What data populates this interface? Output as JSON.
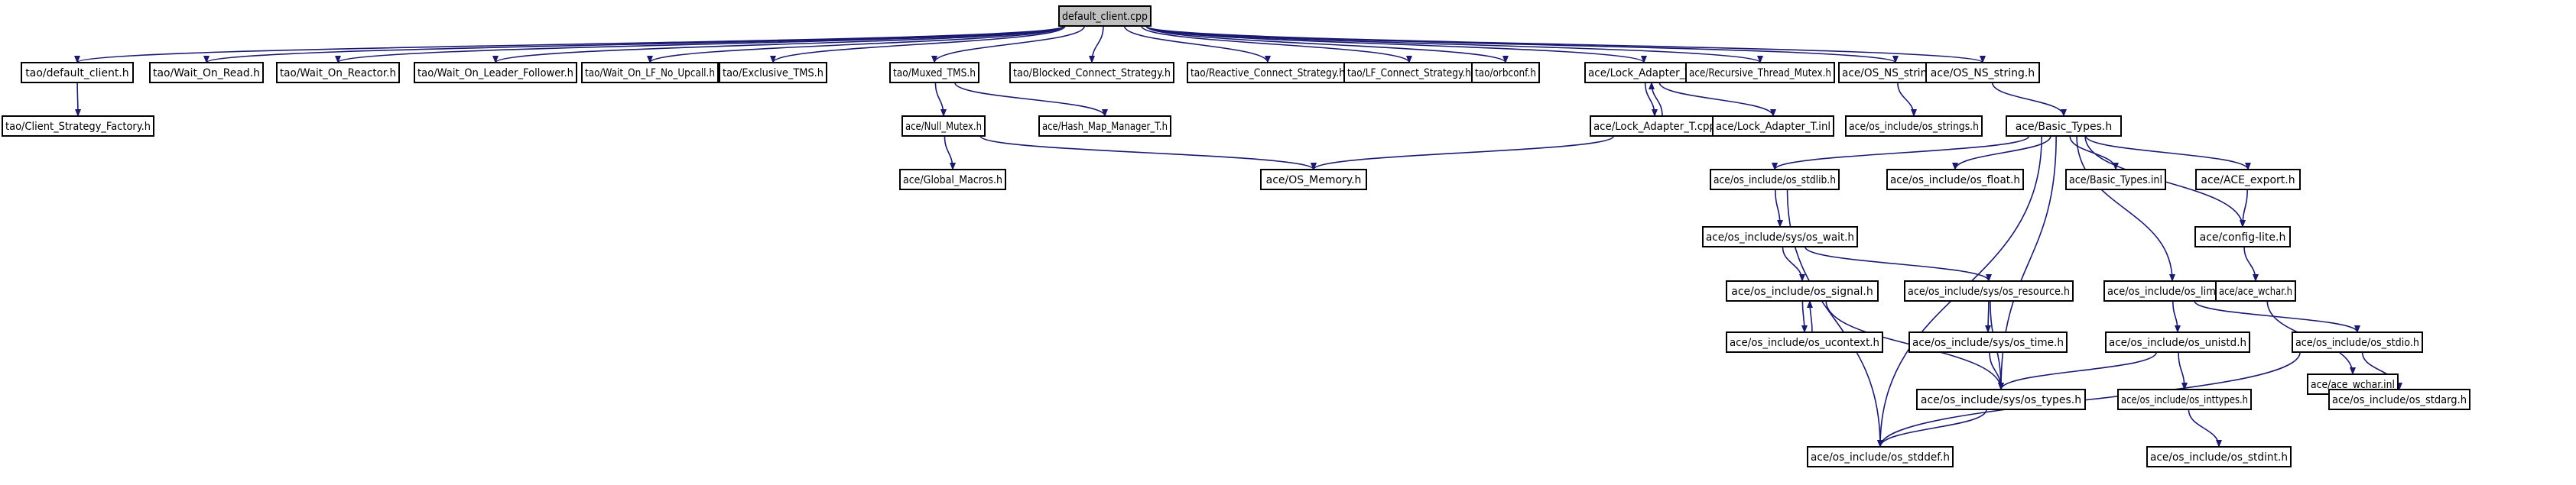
{
  "colors": {
    "edge": "#191970",
    "node_fill": "#ffffff",
    "root_fill": "#bfbfbf",
    "border": "#000000",
    "text": "#000000"
  },
  "nodes": [
    {
      "id": "n0",
      "label": "default_client.cpp",
      "root": true
    },
    {
      "id": "n1",
      "label": "tao/default_client.h"
    },
    {
      "id": "n2",
      "label": "tao/Wait_On_Read.h"
    },
    {
      "id": "n3",
      "label": "tao/Wait_On_Reactor.h"
    },
    {
      "id": "n4",
      "label": "tao/Wait_On_Leader_Follower.h"
    },
    {
      "id": "n5",
      "label": "tao/Wait_On_LF_No_Upcall.h"
    },
    {
      "id": "n6",
      "label": "tao/Exclusive_TMS.h"
    },
    {
      "id": "n7",
      "label": "tao/Muxed_TMS.h"
    },
    {
      "id": "n8",
      "label": "tao/Blocked_Connect_Strategy.h"
    },
    {
      "id": "n9",
      "label": "tao/Reactive_Connect_Strategy.h"
    },
    {
      "id": "n10",
      "label": "tao/LF_Connect_Strategy.h"
    },
    {
      "id": "n11",
      "label": "tao/orbconf.h"
    },
    {
      "id": "n12",
      "label": "ace/Lock_Adapter_T.h"
    },
    {
      "id": "n13",
      "label": "ace/Recursive_Thread_Mutex.h"
    },
    {
      "id": "n14",
      "label": "ace/OS_NS_strings.h"
    },
    {
      "id": "n15",
      "label": "ace/OS_NS_string.h"
    },
    {
      "id": "n16",
      "label": "tao/Client_Strategy_Factory.h"
    },
    {
      "id": "n17",
      "label": "ace/Null_Mutex.h"
    },
    {
      "id": "n18",
      "label": "ace/Hash_Map_Manager_T.h"
    },
    {
      "id": "n19",
      "label": "ace/Lock_Adapter_T.cpp"
    },
    {
      "id": "n20",
      "label": "ace/Lock_Adapter_T.inl"
    },
    {
      "id": "n21",
      "label": "ace/os_include/os_strings.h"
    },
    {
      "id": "n22",
      "label": "ace/Basic_Types.h"
    },
    {
      "id": "n23",
      "label": "ace/Global_Macros.h"
    },
    {
      "id": "n24",
      "label": "ace/OS_Memory.h"
    },
    {
      "id": "n25",
      "label": "ace/os_include/os_stdlib.h"
    },
    {
      "id": "n26",
      "label": "ace/os_include/os_float.h"
    },
    {
      "id": "n27",
      "label": "ace/Basic_Types.inl"
    },
    {
      "id": "n28",
      "label": "ace/ACE_export.h"
    },
    {
      "id": "n29",
      "label": "ace/config-lite.h"
    },
    {
      "id": "n30",
      "label": "ace/os_include/sys/os_wait.h"
    },
    {
      "id": "n31",
      "label": "ace/os_include/os_signal.h"
    },
    {
      "id": "n32",
      "label": "ace/os_include/sys/os_resource.h"
    },
    {
      "id": "n33",
      "label": "ace/os_include/os_limits.h"
    },
    {
      "id": "n34",
      "label": "ace/ace_wchar.h"
    },
    {
      "id": "n35",
      "label": "ace/os_include/os_ucontext.h"
    },
    {
      "id": "n36",
      "label": "ace/os_include/sys/os_time.h"
    },
    {
      "id": "n37",
      "label": "ace/os_include/os_unistd.h"
    },
    {
      "id": "n38",
      "label": "ace/os_include/os_stdio.h"
    },
    {
      "id": "n39",
      "label": "ace/ace_wchar.inl"
    },
    {
      "id": "n40",
      "label": "ace/os_include/sys/os_types.h"
    },
    {
      "id": "n41",
      "label": "ace/os_include/os_inttypes.h"
    },
    {
      "id": "n42",
      "label": "ace/os_include/os_stdarg.h"
    },
    {
      "id": "n43",
      "label": "ace/os_include/os_stddef.h"
    },
    {
      "id": "n44",
      "label": "ace/os_include/os_stdint.h"
    }
  ],
  "edges": [
    [
      "n0",
      "n1"
    ],
    [
      "n0",
      "n2"
    ],
    [
      "n0",
      "n3"
    ],
    [
      "n0",
      "n4"
    ],
    [
      "n0",
      "n5"
    ],
    [
      "n0",
      "n6"
    ],
    [
      "n0",
      "n7"
    ],
    [
      "n0",
      "n8"
    ],
    [
      "n0",
      "n9"
    ],
    [
      "n0",
      "n10"
    ],
    [
      "n0",
      "n11"
    ],
    [
      "n0",
      "n12"
    ],
    [
      "n0",
      "n13"
    ],
    [
      "n0",
      "n14"
    ],
    [
      "n0",
      "n15"
    ],
    [
      "n1",
      "n16"
    ],
    [
      "n7",
      "n17"
    ],
    [
      "n7",
      "n18"
    ],
    [
      "n12",
      "n19"
    ],
    [
      "n12",
      "n20"
    ],
    [
      "n19",
      "n12"
    ],
    [
      "n19",
      "n24"
    ],
    [
      "n14",
      "n21"
    ],
    [
      "n15",
      "n22"
    ],
    [
      "n17",
      "n23"
    ],
    [
      "n17",
      "n24"
    ],
    [
      "n22",
      "n25"
    ],
    [
      "n22",
      "n26"
    ],
    [
      "n22",
      "n27"
    ],
    [
      "n22",
      "n28"
    ],
    [
      "n22",
      "n29"
    ],
    [
      "n22",
      "n33"
    ],
    [
      "n22",
      "n40"
    ],
    [
      "n22",
      "n43"
    ],
    [
      "n28",
      "n29"
    ],
    [
      "n29",
      "n34"
    ],
    [
      "n34",
      "n39"
    ],
    [
      "n25",
      "n30"
    ],
    [
      "n25",
      "n43"
    ],
    [
      "n30",
      "n31"
    ],
    [
      "n30",
      "n32"
    ],
    [
      "n31",
      "n35"
    ],
    [
      "n35",
      "n31"
    ],
    [
      "n31",
      "n40"
    ],
    [
      "n32",
      "n36"
    ],
    [
      "n32",
      "n40"
    ],
    [
      "n36",
      "n40"
    ],
    [
      "n33",
      "n37"
    ],
    [
      "n33",
      "n38"
    ],
    [
      "n37",
      "n40"
    ],
    [
      "n37",
      "n41"
    ],
    [
      "n38",
      "n42"
    ],
    [
      "n38",
      "n43"
    ],
    [
      "n41",
      "n44"
    ],
    [
      "n40",
      "n43"
    ]
  ]
}
